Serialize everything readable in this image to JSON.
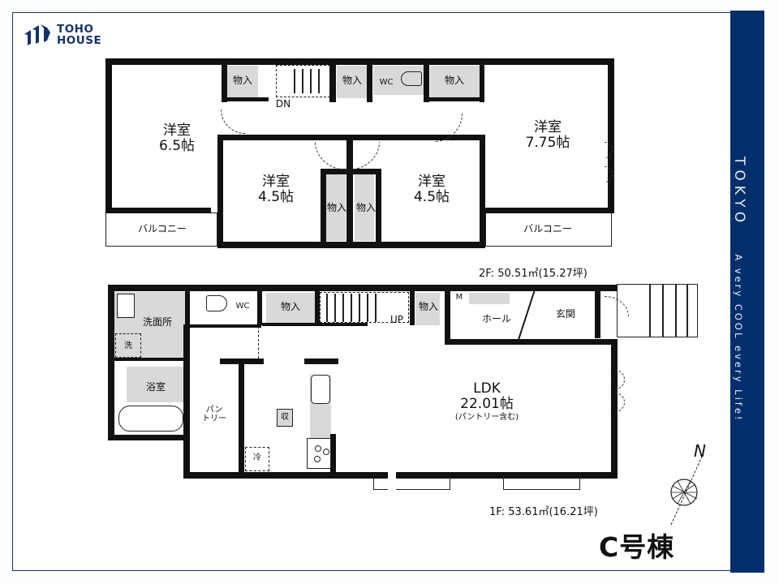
{
  "brand": {
    "name_line1": "TOHO",
    "name_line2": "HOUSE",
    "color": "#13336a"
  },
  "sidebar": {
    "city": "TOKYO",
    "tagline": "A very COOL every Life!",
    "bg_color": "#022f6b"
  },
  "floor2": {
    "area_label": "2F: 50.51㎡(15.27坪)",
    "rooms": {
      "western_left": {
        "name": "洋室",
        "size": "6.5帖"
      },
      "western_mid_left": {
        "name": "洋室",
        "size": "4.5帖"
      },
      "western_mid_right": {
        "name": "洋室",
        "size": "4.5帖"
      },
      "western_right": {
        "name": "洋室",
        "size": "7.75帖"
      },
      "storage_1": "物入",
      "storage_2": "物入",
      "storage_3": "物入",
      "storage_4": "物入",
      "storage_5": "物入",
      "wc": "WC",
      "stairs_label": "DN",
      "balcony_left": "バルコニー",
      "balcony_right": "バルコニー"
    }
  },
  "floor1": {
    "area_label": "1F: 53.61㎡(16.21坪)",
    "rooms": {
      "washroom": "洗面所",
      "washer": "洗",
      "bath": "浴室",
      "wc": "WC",
      "storage_1": "物入",
      "storage_2": "物入",
      "stairs_label": "UP",
      "meter": "M",
      "hall": "ホール",
      "entrance": "玄関",
      "pantry_line1": "パン",
      "pantry_line2": "トリー",
      "storage_box": "収",
      "fridge": "冷",
      "ldk": {
        "name": "LDK",
        "size": "22.01帖",
        "note": "(パントリー含む)"
      }
    }
  },
  "compass": {
    "north_label": "N"
  },
  "building_label": "C号棟"
}
